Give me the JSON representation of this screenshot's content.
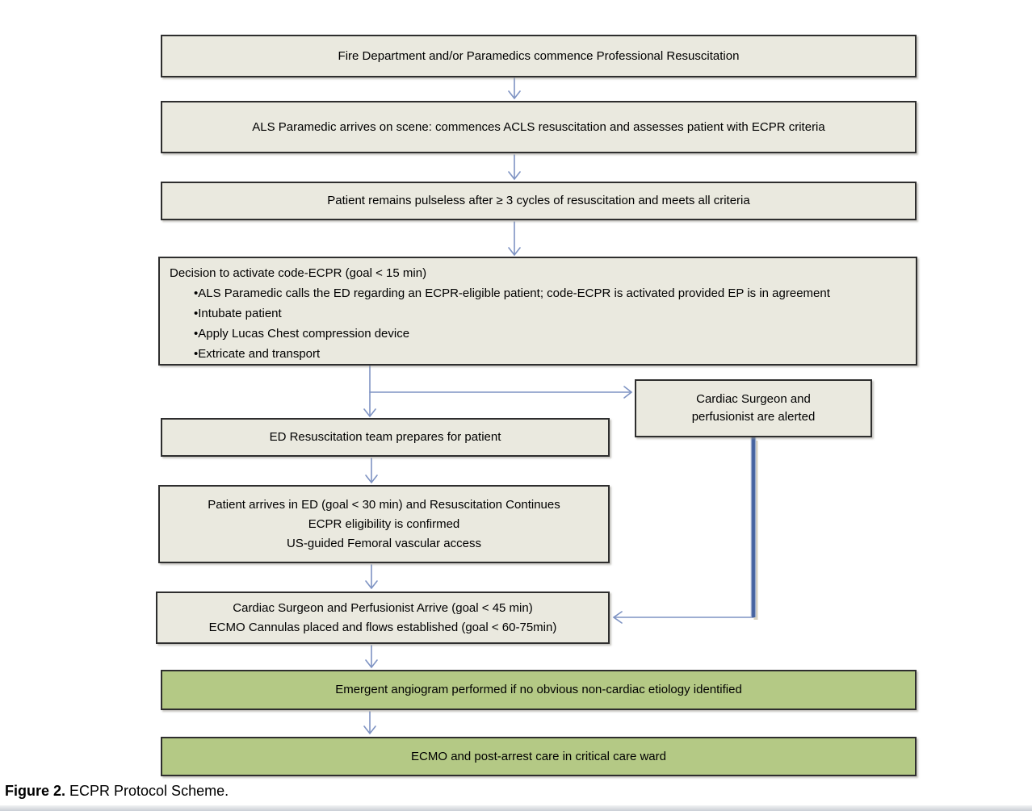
{
  "figure": {
    "caption_label": "Figure 2.",
    "caption_text": " ECPR Protocol Scheme."
  },
  "colors": {
    "box_fill": "#eae9df",
    "box_border": "#2e2e2e",
    "green_fill": "#b4c985",
    "arrow_thin": "#7e93c3",
    "arrow_thick": "#46639f",
    "arrow_thick_edge": "#9aabcd",
    "thick_shadow": "#d9d3c0"
  },
  "nodes": {
    "fire_dept": {
      "text": "Fire Department and/or Paramedics commence Professional Resuscitation"
    },
    "als_paramedic": {
      "text": "ALS Paramedic arrives on scene: commences ACLS resuscitation and assesses patient with ECPR criteria"
    },
    "pulseless": {
      "text": "Patient remains pulseless after ≥ 3 cycles of resuscitation and meets all criteria"
    },
    "decision": {
      "title": "Decision to activate code-ECPR (goal < 15 min)",
      "bullets": [
        "ALS Paramedic calls the ED regarding an ECPR-eligible patient; code-ECPR is activated provided EP is in agreement",
        "Intubate patient",
        "Apply Lucas Chest compression device",
        "Extricate and transport"
      ]
    },
    "surgeon_alerted": {
      "lines": [
        "Cardiac Surgeon and",
        "perfusionist are alerted"
      ]
    },
    "ed_team": {
      "text": "ED Resuscitation team prepares for patient"
    },
    "patient_arrives": {
      "lines": [
        "Patient arrives in ED (goal < 30 min) and Resuscitation Continues",
        "ECPR eligibility is confirmed",
        "US-guided Femoral vascular access"
      ]
    },
    "surgeon_arrives": {
      "lines": [
        "Cardiac Surgeon and Perfusionist Arrive (goal < 45 min)",
        "ECMO Cannulas placed and flows established (goal < 60-75min)"
      ]
    },
    "angiogram": {
      "text": "Emergent angiogram performed if no obvious non-cardiac etiology identified"
    },
    "ecmo_care": {
      "text": "ECMO and post-arrest care in critical care ward"
    }
  }
}
